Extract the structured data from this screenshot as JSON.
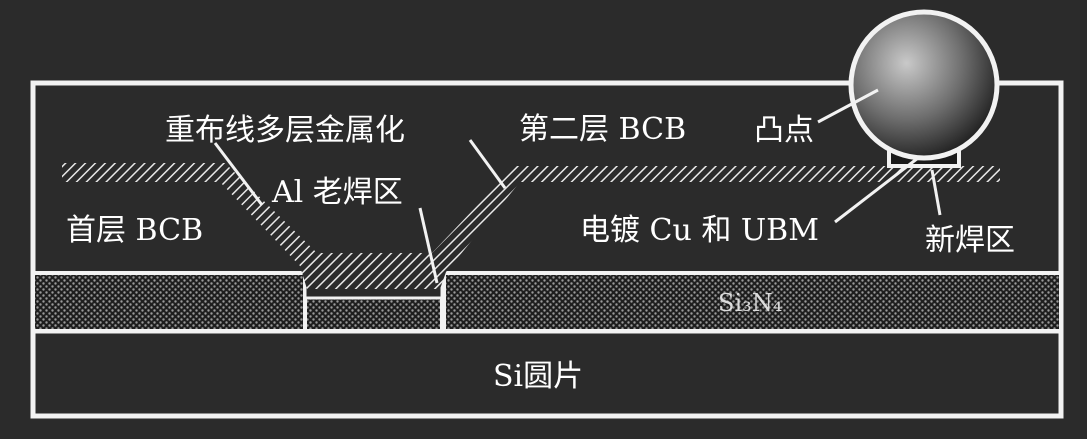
{
  "diagram": {
    "labels": {
      "rdl_metallization": "重布线多层金属化",
      "second_bcb": "第二层 BCB",
      "bump": "凸点",
      "al_old_pad": "Al 老焊区",
      "first_bcb": "首层 BCB",
      "plated_cu_ubm": "电镀 Cu 和 UBM",
      "new_pad": "新焊区",
      "passivation": "Si₃N₄",
      "wafer": "Si圆片"
    },
    "colors": {
      "background": "#2b2b2b",
      "line": "#f2f2f2",
      "text": "#ffffff"
    }
  }
}
